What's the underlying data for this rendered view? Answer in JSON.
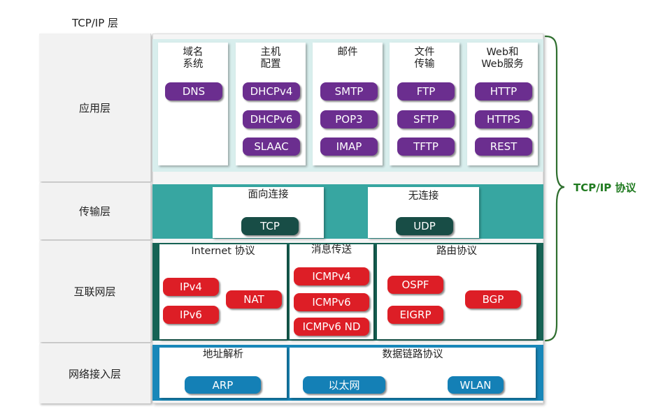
{
  "header": {
    "column_title": "TCP/IP 层"
  },
  "layers": {
    "application": "应用层",
    "transport": "传输层",
    "internet": "互联网层",
    "network_access": "网络接入层"
  },
  "application": {
    "groups": [
      {
        "title": "域名\n系统",
        "protocols": [
          "DNS"
        ]
      },
      {
        "title": "主机\n配置",
        "protocols": [
          "DHCPv4",
          "DHCPv6",
          "SLAAC"
        ]
      },
      {
        "title": "邮件",
        "protocols": [
          "SMTP",
          "POP3",
          "IMAP"
        ]
      },
      {
        "title": "文件\n传输",
        "protocols": [
          "FTP",
          "SFTP",
          "TFTP"
        ]
      },
      {
        "title": "Web和\nWeb服务",
        "protocols": [
          "HTTP",
          "HTTPS",
          "REST"
        ]
      }
    ]
  },
  "transport": {
    "groups": [
      {
        "title": "面向连接",
        "protocols": [
          "TCP"
        ]
      },
      {
        "title": "无连接",
        "protocols": [
          "UDP"
        ]
      }
    ]
  },
  "internet": {
    "groups": [
      {
        "title": "Internet 协议",
        "protocols": [
          "IPv4",
          "IPv6",
          "NAT"
        ]
      },
      {
        "title": "消息传送",
        "protocols": [
          "ICMPv4",
          "ICMPv6",
          "ICMPv6 ND"
        ]
      },
      {
        "title": "路由协议",
        "protocols": [
          "OSPF",
          "EIGRP",
          "BGP"
        ]
      }
    ]
  },
  "network_access": {
    "groups": [
      {
        "title": "地址解析",
        "protocols": [
          "ARP"
        ]
      },
      {
        "title": "数据链路协议",
        "protocols": [
          "以太网",
          "WLAN"
        ]
      }
    ]
  },
  "bracket": {
    "label": "TCP/IP 协议"
  },
  "colors": {
    "application_pill": "#6b2e8f",
    "transport_pill": "#184d46",
    "internet_pill": "#dd1e26",
    "network_access_pill": "#1480b6",
    "application_band": "#d8eeed",
    "transport_band": "#37a6a1",
    "internet_band": "#166355",
    "network_access_band": "#1887b9",
    "bracket": "#2e6e2e"
  }
}
